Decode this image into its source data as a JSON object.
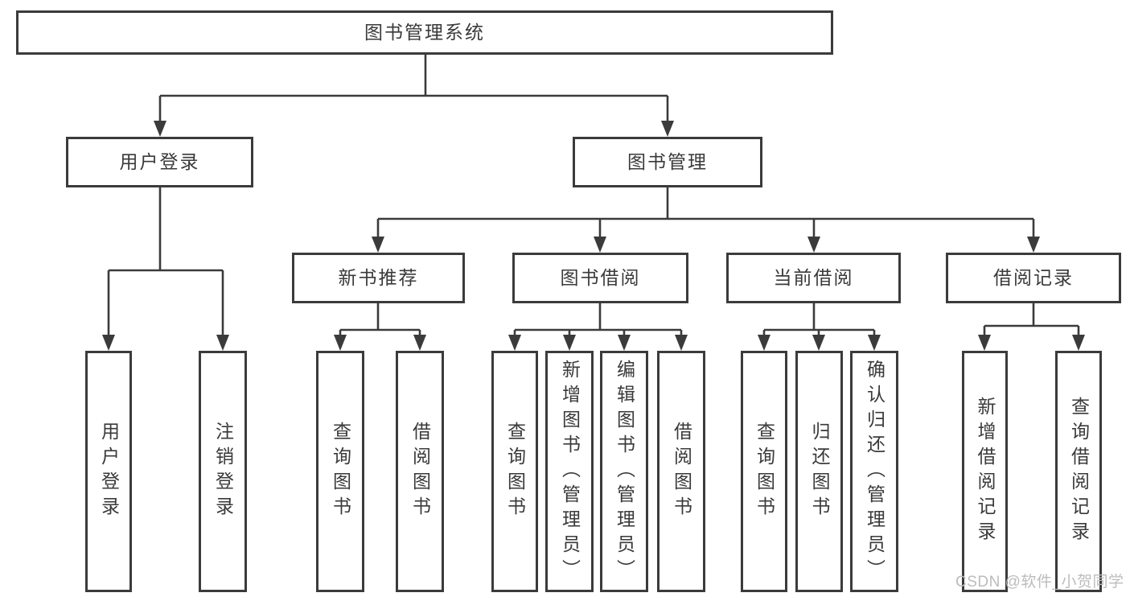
{
  "nodes": {
    "root": "图书管理系统",
    "user_login": "用户登录",
    "book_mgmt": "图书管理",
    "new_book_rec": "新书推荐",
    "book_borrow": "图书借阅",
    "current_borrow": "当前借阅",
    "borrow_record": "借阅记录",
    "leaf_user_login": "用户登录",
    "leaf_logout": "注销登录",
    "leaf_nbr_query": "查询图书",
    "leaf_nbr_borrow": "借阅图书",
    "leaf_bb_query": "查询图书",
    "leaf_bb_add": "新增图书（管理员）",
    "leaf_bb_edit": "编辑图书（管理员）",
    "leaf_bb_borrow": "借阅图书",
    "leaf_cb_query": "查询图书",
    "leaf_cb_return": "归还图书",
    "leaf_cb_confirm": "确认归还（管理员）",
    "leaf_br_add": "新增借阅记录",
    "leaf_br_query": "查询借阅记录"
  },
  "hierarchy": {
    "图书管理系统": [
      "用户登录",
      "图书管理"
    ],
    "用户登录": [
      "用户登录",
      "注销登录"
    ],
    "图书管理": [
      "新书推荐",
      "图书借阅",
      "当前借阅",
      "借阅记录"
    ],
    "新书推荐": [
      "查询图书",
      "借阅图书"
    ],
    "图书借阅": [
      "查询图书",
      "新增图书（管理员）",
      "编辑图书（管理员）",
      "借阅图书"
    ],
    "当前借阅": [
      "查询图书",
      "归还图书",
      "确认归还（管理员）"
    ],
    "借阅记录": [
      "新增借阅记录",
      "查询借阅记录"
    ]
  },
  "watermark": {
    "text": "CSDN @软件_小贺同学"
  },
  "colors": {
    "line": "#3b3b3b",
    "text": "#3a3a3a",
    "watermark": "#bcbcbc",
    "background": "#ffffff"
  }
}
